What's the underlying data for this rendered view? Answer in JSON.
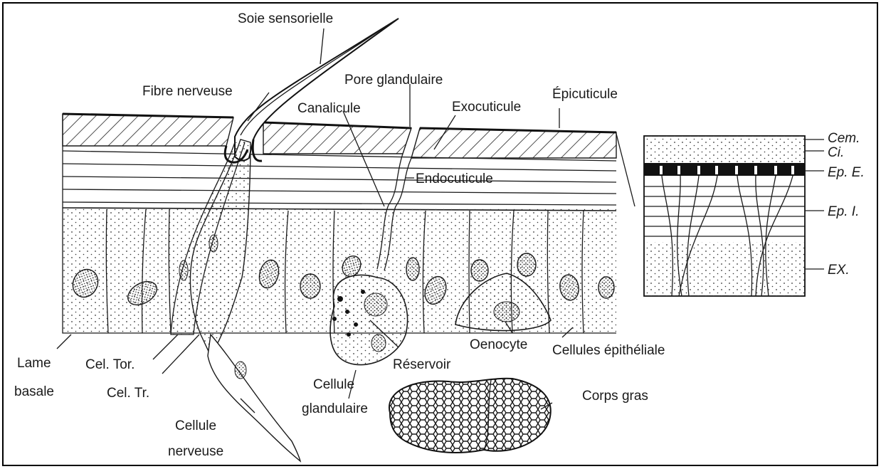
{
  "labels": {
    "soie_sensorielle": "Soie sensorielle",
    "fibre_nerveuse": "Fibre nerveuse",
    "pore_glandulaire": "Pore glandulaire",
    "canalicule": "Canalicule",
    "exocuticule": "Exocuticule",
    "epicuticule": "Épicuticule",
    "endocuticule": "Endocuticule",
    "lame_basale_1": "Lame",
    "lame_basale_2": "basale",
    "cel_tor": "Cel. Tor.",
    "cel_tr": "Cel. Tr.",
    "cellule_nerveuse_1": "Cellule",
    "cellule_nerveuse_2": "nerveuse",
    "cellule_glandulaire_1": "Cellule",
    "cellule_glandulaire_2": "glandulaire",
    "reservoir": "Réservoir",
    "oenocyte": "Oenocyte",
    "cellules_epitheliale": "Cellules épithéliale",
    "corps_gras": "Corps gras"
  },
  "inset_labels": {
    "cem": "Cem.",
    "ci": "Ci.",
    "ep_e": "Ep. E.",
    "ep_i": "Ep. I.",
    "ex": "EX."
  },
  "colors": {
    "ink": "#1a1a1a",
    "background": "#ffffff",
    "frame": "#000000"
  }
}
